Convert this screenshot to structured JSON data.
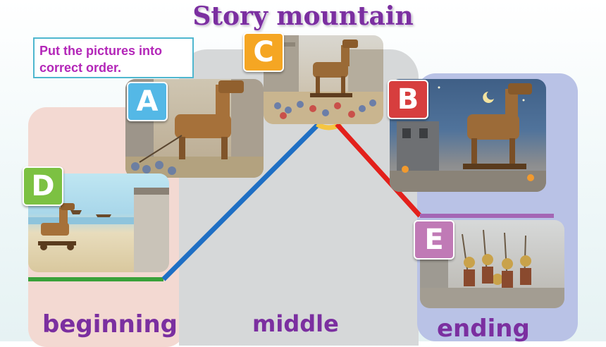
{
  "title": "Story mountain",
  "instruction": "Put the pictures into correct order.",
  "stages": {
    "beginning": "beginning",
    "middle": "middle",
    "ending": "ending"
  },
  "pictures": {
    "a": {
      "label": "A",
      "color": "#54b8e6"
    },
    "b": {
      "label": "B",
      "color": "#d73e3e"
    },
    "c": {
      "label": "C",
      "color": "#f5a623"
    },
    "d": {
      "label": "D",
      "color": "#7cc142"
    },
    "e": {
      "label": "E",
      "color": "#c07ab6"
    }
  },
  "colors": {
    "title": "#7b2fa0",
    "beginning_line": "#3aa13a",
    "rising_line": "#1f6fc4",
    "peak": "#f5c542",
    "falling_line": "#e3201b",
    "ending_line": "#a466b5"
  }
}
